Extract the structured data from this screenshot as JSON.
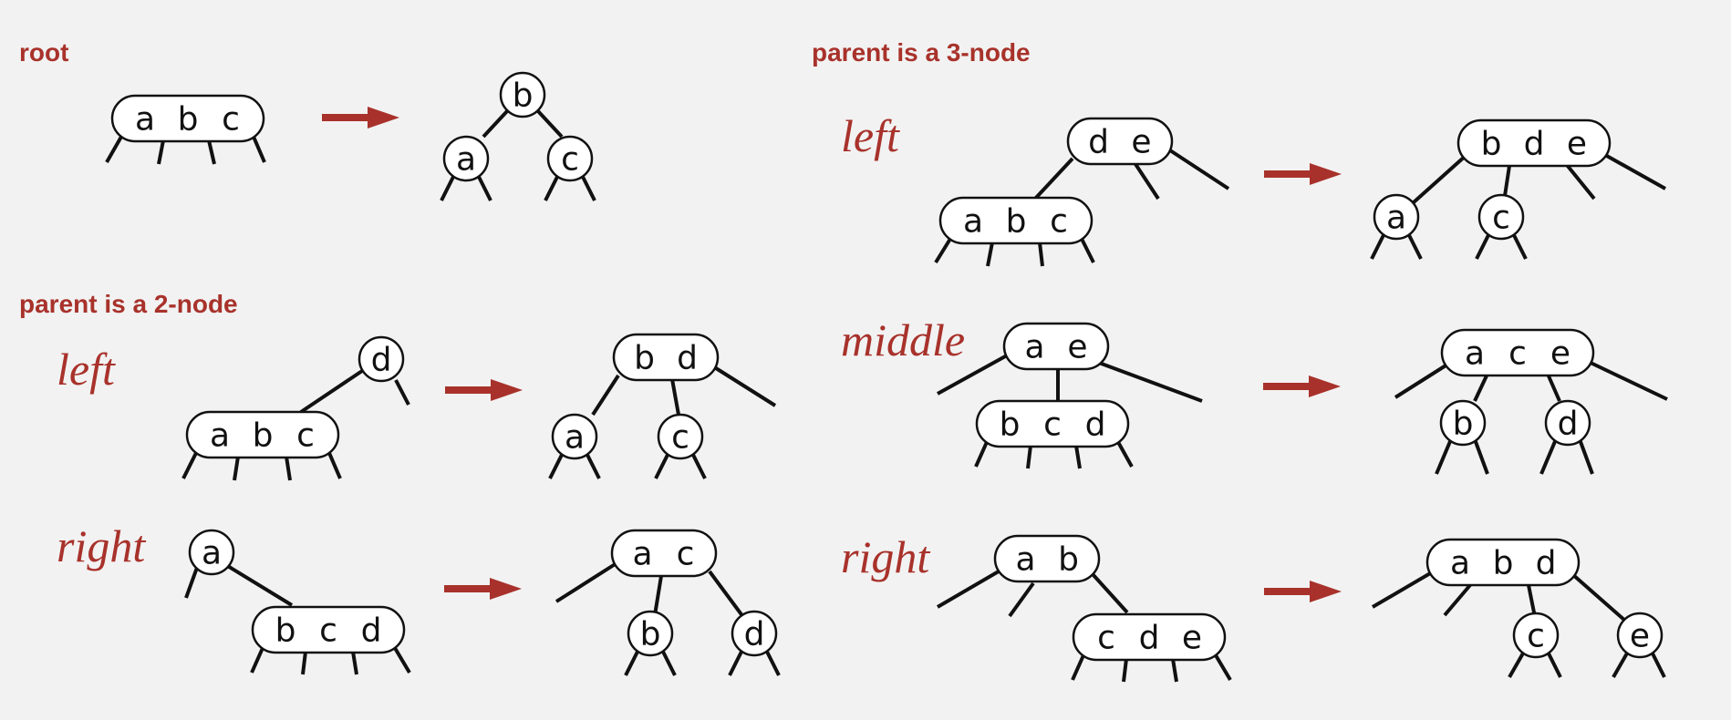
{
  "headings": {
    "root": "root",
    "parent_2node": "parent is a 2-node",
    "parent_3node": "parent is a 3-node"
  },
  "case_labels": {
    "p2_left": "left",
    "p2_right": "right",
    "p3_left": "left",
    "p3_middle": "middle",
    "p3_right": "right"
  },
  "colors": {
    "accent": "#a8322b",
    "line": "#111111",
    "node_fill": "#ffffff",
    "background": "#f2f2f2"
  },
  "diagrams": {
    "root": {
      "before": {
        "nodes": [
          [
            "a",
            "b",
            "c"
          ]
        ]
      },
      "after": {
        "nodes": [
          [
            "b"
          ],
          [
            "a"
          ],
          [
            "c"
          ]
        ]
      }
    },
    "p2_left": {
      "before": {
        "nodes": [
          [
            "d"
          ],
          [
            "a",
            "b",
            "c"
          ]
        ]
      },
      "after": {
        "nodes": [
          [
            "b",
            "d"
          ],
          [
            "a"
          ],
          [
            "c"
          ]
        ]
      }
    },
    "p2_right": {
      "before": {
        "nodes": [
          [
            "a"
          ],
          [
            "b",
            "c",
            "d"
          ]
        ]
      },
      "after": {
        "nodes": [
          [
            "a",
            "c"
          ],
          [
            "b"
          ],
          [
            "d"
          ]
        ]
      }
    },
    "p3_left": {
      "before": {
        "nodes": [
          [
            "d",
            "e"
          ],
          [
            "a",
            "b",
            "c"
          ]
        ]
      },
      "after": {
        "nodes": [
          [
            "b",
            "d",
            "e"
          ],
          [
            "a"
          ],
          [
            "c"
          ]
        ]
      }
    },
    "p3_middle": {
      "before": {
        "nodes": [
          [
            "a",
            "e"
          ],
          [
            "b",
            "c",
            "d"
          ]
        ]
      },
      "after": {
        "nodes": [
          [
            "a",
            "c",
            "e"
          ],
          [
            "b"
          ],
          [
            "d"
          ]
        ]
      }
    },
    "p3_right": {
      "before": {
        "nodes": [
          [
            "a",
            "b"
          ],
          [
            "c",
            "d",
            "e"
          ]
        ]
      },
      "after": {
        "nodes": [
          [
            "a",
            "b",
            "d"
          ],
          [
            "c"
          ],
          [
            "e"
          ]
        ]
      }
    }
  }
}
